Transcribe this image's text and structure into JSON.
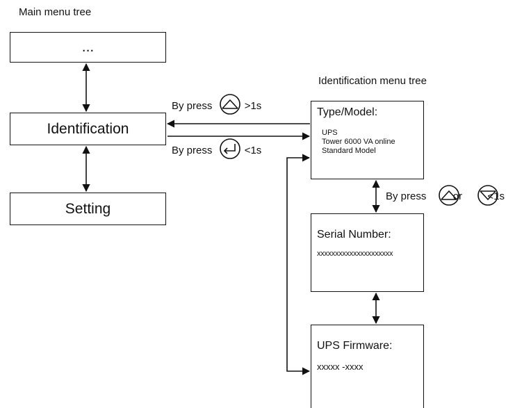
{
  "main_tree": {
    "title": "Main menu tree",
    "items": [
      "...",
      "Identification",
      "Setting"
    ]
  },
  "id_tree": {
    "title": "Identification menu tree",
    "type_model": {
      "title": "Type/Model:",
      "lines": [
        "UPS",
        "Tower 6000 VA online",
        "Standard Model"
      ]
    },
    "serial": {
      "title": "Serial Number:",
      "value": "xxxxxxxxxxxxxxxxxxxxx"
    },
    "firmware": {
      "title": "UPS Firmware:",
      "value": "xxxxx -xxxx"
    }
  },
  "arrows": {
    "up_hold": {
      "prefix": "By press",
      "suffix": ">1s",
      "icon": "up-chevron-icon"
    },
    "enter": {
      "prefix": "By press",
      "suffix": "<1s",
      "icon": "enter-icon"
    },
    "scroll": {
      "prefix": "By press",
      "joiner": "or",
      "suffix": "<1s",
      "icons": [
        "up-chevron-icon",
        "down-chevron-icon"
      ]
    }
  }
}
